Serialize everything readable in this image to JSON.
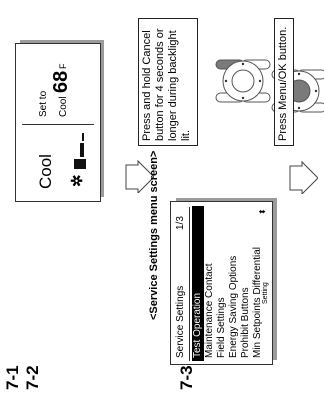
{
  "steps": {
    "s1": "7-1",
    "s2": "7-2",
    "s3": "7-3"
  },
  "screen1": {
    "mode": "Cool",
    "set_to": "Set to",
    "set_mode": "Cool",
    "setpoint": "68",
    "unit": "F"
  },
  "caption1": "Press and hold Cancel button for 4 seconds or longer during backlight lit.",
  "menu_title": "<Service Settings menu screen>",
  "screen2": {
    "title": "Service Settings",
    "page": "1/3",
    "items": [
      "Test Operation",
      "Maintenance Contact",
      "Field Settings",
      "Energy Saving Options",
      "Prohibit Buttons",
      "Min Setpoints Differential"
    ],
    "footer": "Setting"
  },
  "caption2": "Press Menu/OK button.",
  "colors": {
    "highlight": "#000000",
    "button_grey": "#7a7a7a",
    "shadow": "#9b9b9b"
  }
}
